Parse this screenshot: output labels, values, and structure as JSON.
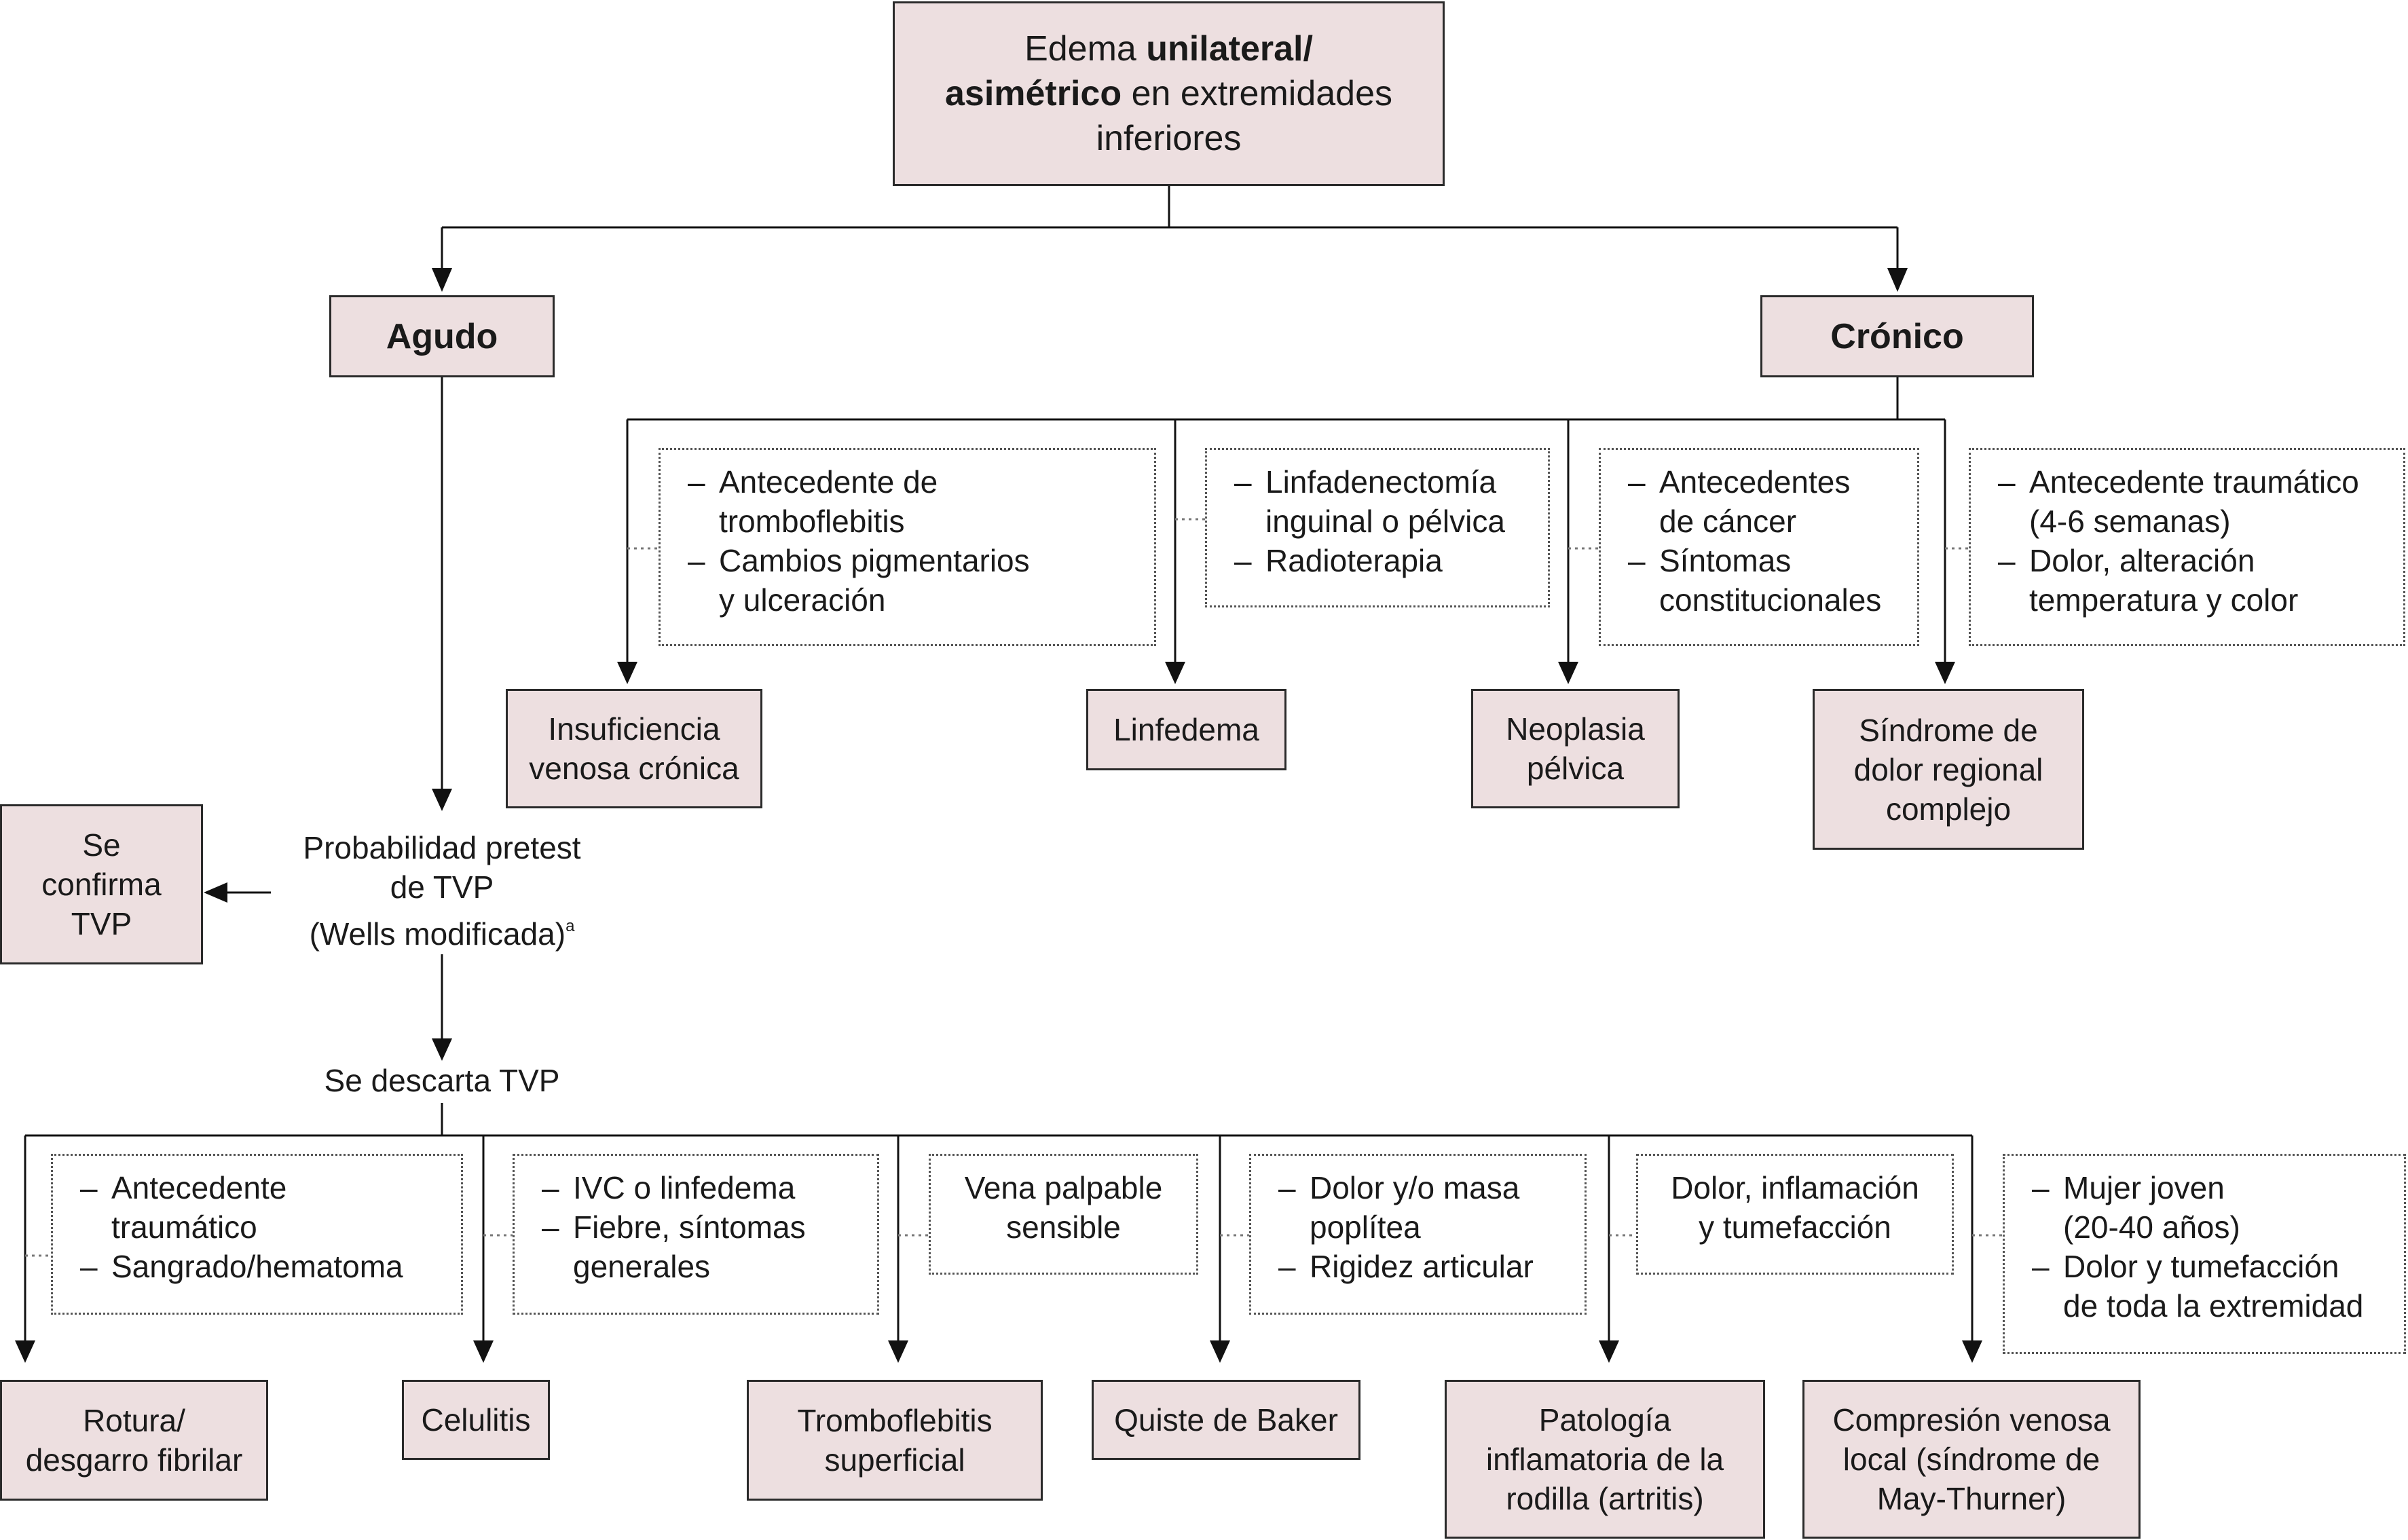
{
  "root": {
    "pre": "Edema ",
    "bold1": "unilateral/",
    "bold2": "asimétrico",
    "rest2": " en extremidades",
    "line3": "inferiores"
  },
  "agudo": "Agudo",
  "cronico": "Crónico",
  "chronic_notes": [
    {
      "items": [
        [
          "Antecedente de",
          "tromboflebitis"
        ],
        [
          "Cambios pigmentarios",
          "y ulceración"
        ]
      ]
    },
    {
      "items": [
        [
          "Linfadenectomía",
          "inguinal o pélvica"
        ],
        [
          "Radioterapia"
        ]
      ]
    },
    {
      "items": [
        [
          "Antecedentes",
          "de cáncer"
        ],
        [
          "Síntomas",
          "constitucionales"
        ]
      ]
    },
    {
      "items": [
        [
          "Antecedente traumático",
          "(4-6 semanas)"
        ],
        [
          "Dolor, alteración",
          "temperatura y color"
        ]
      ]
    }
  ],
  "chronic_outcomes": [
    [
      "Insuficiencia",
      "venosa crónica"
    ],
    [
      "Linfedema"
    ],
    [
      "Neoplasia",
      "pélvica"
    ],
    [
      "Síndrome de",
      "dolor regional",
      "complejo"
    ]
  ],
  "pretest": {
    "line1": "Probabilidad pretest",
    "line2": "de TVP",
    "line3": "(Wells modificada)",
    "sup": "a"
  },
  "confirma": [
    "Se",
    "confirma",
    "TVP"
  ],
  "descarta": "Se descarta TVP",
  "acute_notes": [
    {
      "type": "list",
      "items": [
        [
          "Antecedente",
          "traumático"
        ],
        [
          "Sangrado/hematoma"
        ]
      ]
    },
    {
      "type": "list",
      "items": [
        [
          "IVC o linfedema"
        ],
        [
          "Fiebre, síntomas",
          "generales"
        ]
      ]
    },
    {
      "type": "center",
      "lines": [
        "Vena palpable",
        "sensible"
      ]
    },
    {
      "type": "list",
      "items": [
        [
          "Dolor y/o masa",
          "poplítea"
        ],
        [
          "Rigidez articular"
        ]
      ]
    },
    {
      "type": "center",
      "lines": [
        "Dolor, inflamación",
        "y tumefacción"
      ]
    },
    {
      "type": "list",
      "items": [
        [
          "Mujer joven",
          "(20-40 años)"
        ],
        [
          "Dolor y tumefacción",
          "de toda la extremidad"
        ]
      ]
    }
  ],
  "acute_outcomes": [
    [
      "Rotura/",
      "desgarro fibrilar"
    ],
    [
      "Celulitis"
    ],
    [
      "Tromboflebitis",
      "superficial"
    ],
    [
      "Quiste de Baker"
    ],
    [
      "Patología",
      "inflamatoria de la",
      "rodilla (artritis)"
    ],
    [
      "Compresión venosa",
      "local (síndrome de",
      "May-Thurner)"
    ]
  ]
}
